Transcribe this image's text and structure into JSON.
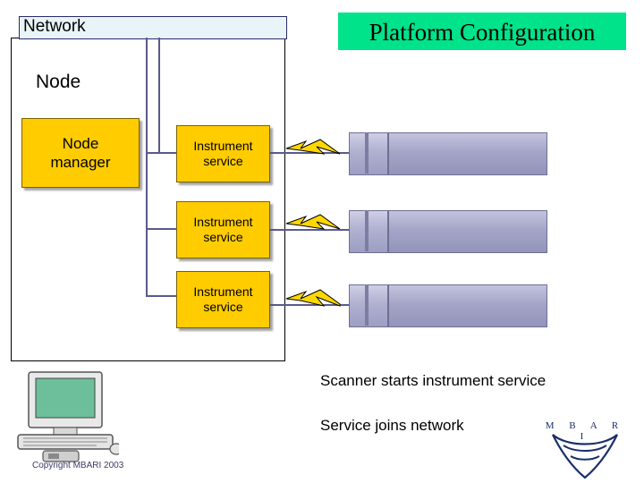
{
  "slide": {
    "title": "Platform Configuration",
    "network_label": "Network",
    "node_label": "Node",
    "node_manager_label": "Node\nmanager",
    "instrument_services": [
      {
        "label": "Instrument\nservice"
      },
      {
        "label": "Instrument\nservice"
      },
      {
        "label": "Instrument\nservice"
      }
    ],
    "captions": {
      "scanner": "Scanner starts instrument service",
      "joins": "Service joins network"
    },
    "footer": "Copyright MBARI 2003",
    "logo_letters": "M B A R I",
    "colors": {
      "title_banner": "#00e38a",
      "network_bar": "#e8f4f8",
      "service_box": "#ffcc00",
      "instrument_body": "#a5a5c8",
      "network_line": "#5a5a8c",
      "spark": "#ffd700"
    }
  }
}
